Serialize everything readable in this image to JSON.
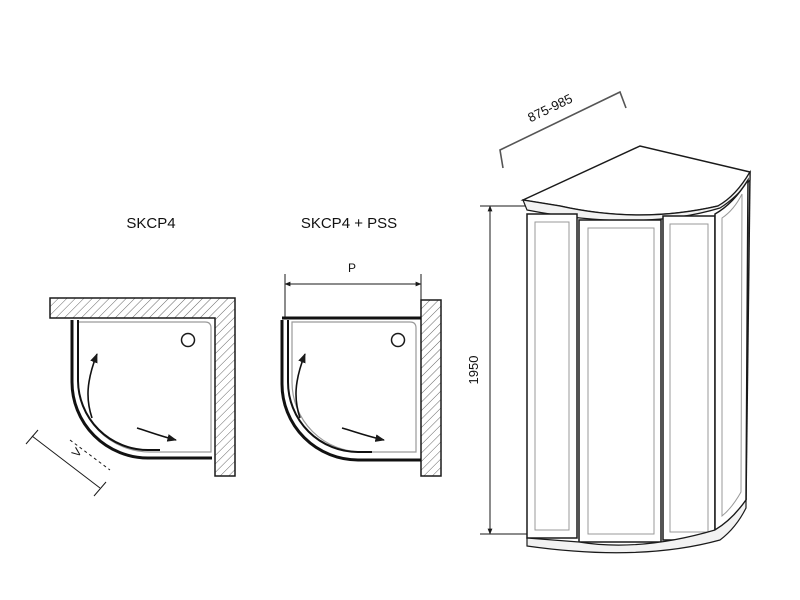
{
  "labels": {
    "variant_a": "SKCP4",
    "variant_b": "SKCP4 + PSS",
    "dim_v": "V",
    "dim_p": "P",
    "dim_height": "1950",
    "dim_width_range": "875-985"
  },
  "colors": {
    "line": "#1a1a1a",
    "profile": "#111111",
    "hatch": "#555555",
    "tray_outline": "#9a9a9a",
    "glass": "#dddddd",
    "top_fill": "#ffffff"
  },
  "icons": [
    "slide-arrow",
    "wall-hatch",
    "drain"
  ]
}
